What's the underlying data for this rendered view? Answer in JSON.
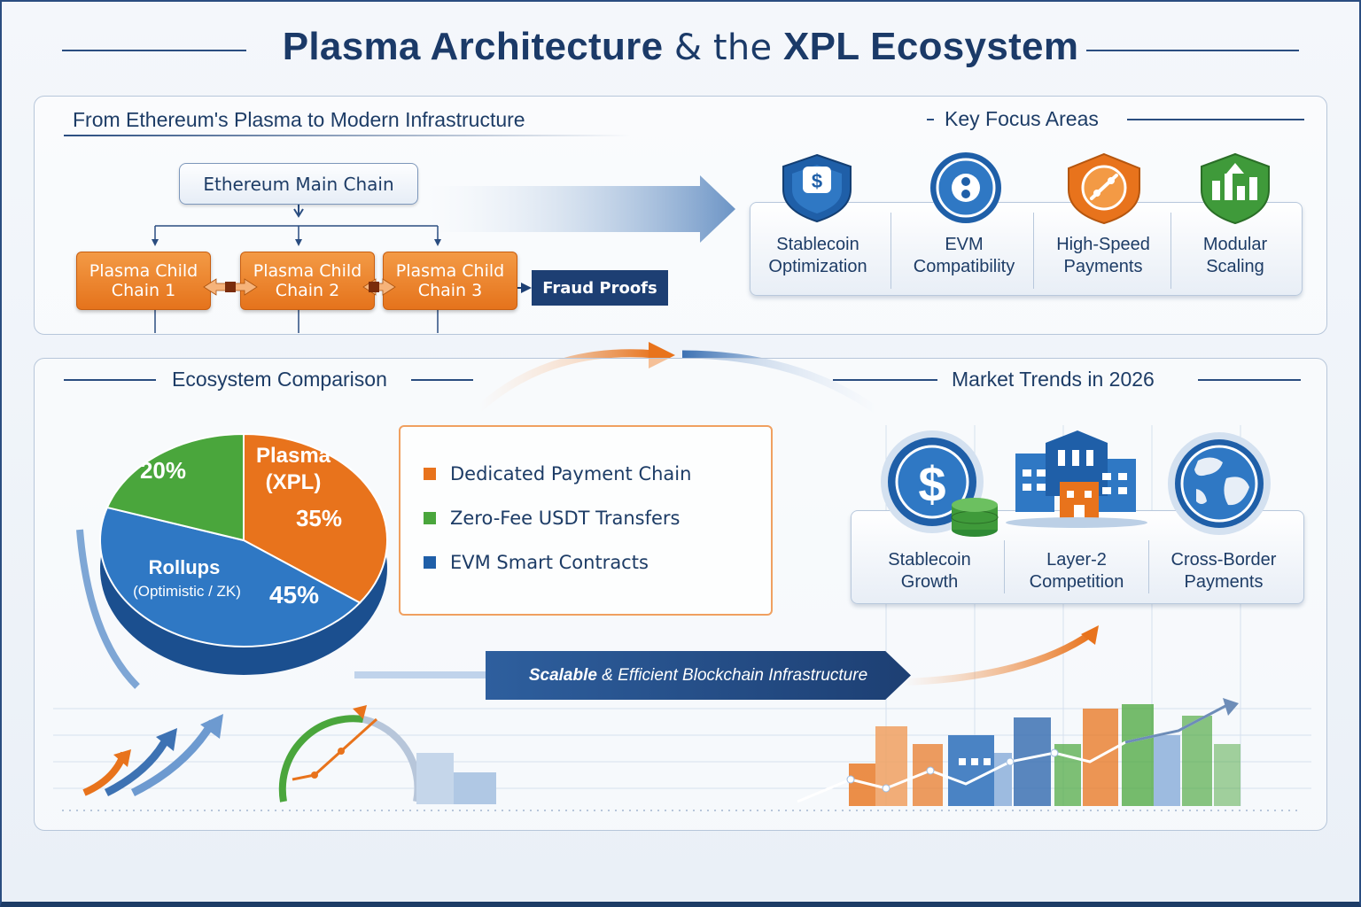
{
  "title": {
    "part1": "Plasma Architecture",
    "amp": "&",
    "part2": "the",
    "part3": "XPL Ecosystem"
  },
  "architecture": {
    "heading": "From Ethereum's Plasma to Modern Infrastructure",
    "main_chain": "Ethereum Main Chain",
    "children": [
      "Plasma Child Chain 1",
      "Plasma Child Chain 2",
      "Plasma Child Chain 3"
    ],
    "fraud_proofs": "Fraud Proofs"
  },
  "focus": {
    "heading": "Key Focus Areas",
    "items": [
      {
        "line1": "Stablecoin",
        "line2": "Optimization",
        "icon": "dollar-shield-icon",
        "color": "#1f5fa8"
      },
      {
        "line1": "EVM",
        "line2": "Compatibility",
        "icon": "evm-coin-icon",
        "color": "#2a6fc0"
      },
      {
        "line1": "High-Speed",
        "line2": "Payments",
        "icon": "speed-shield-icon",
        "color": "#e8731c"
      },
      {
        "line1": "Modular",
        "line2": "Scaling",
        "icon": "blocks-shield-icon",
        "color": "#3f9a3a"
      }
    ]
  },
  "comparison": {
    "heading": "Ecosystem Comparison",
    "slices": [
      {
        "label": "Plasma",
        "sub": "(XPL)",
        "value": "35%",
        "pct": 35,
        "color": "#e8731c"
      },
      {
        "label": "Rollups",
        "sub": "(Optimistic / ZK)",
        "value": "45%",
        "pct": 45,
        "color": "#2f78c4"
      },
      {
        "label": "",
        "sub": "",
        "value": "20%",
        "pct": 20,
        "color": "#4aa63c"
      }
    ],
    "legend": [
      {
        "text": "Dedicated Payment Chain",
        "color": "#e8731c"
      },
      {
        "text": "Zero-Fee USDT Transfers",
        "color": "#4aa63c"
      },
      {
        "text": "EVM Smart Contracts",
        "color": "#1f5fa8"
      }
    ]
  },
  "banner": {
    "bold": "Scalable",
    "rest": "& Efficient Blockchain Infrastructure"
  },
  "trends": {
    "heading": "Market Trends in 2026",
    "items": [
      {
        "line1": "Stablecoin",
        "line2": "Growth",
        "icon": "dollar-coins-icon"
      },
      {
        "line1": "Layer-2",
        "line2": "Competition",
        "icon": "buildings-icon"
      },
      {
        "line1": "Cross-Border",
        "line2": "Payments",
        "icon": "globe-icon"
      }
    ]
  }
}
